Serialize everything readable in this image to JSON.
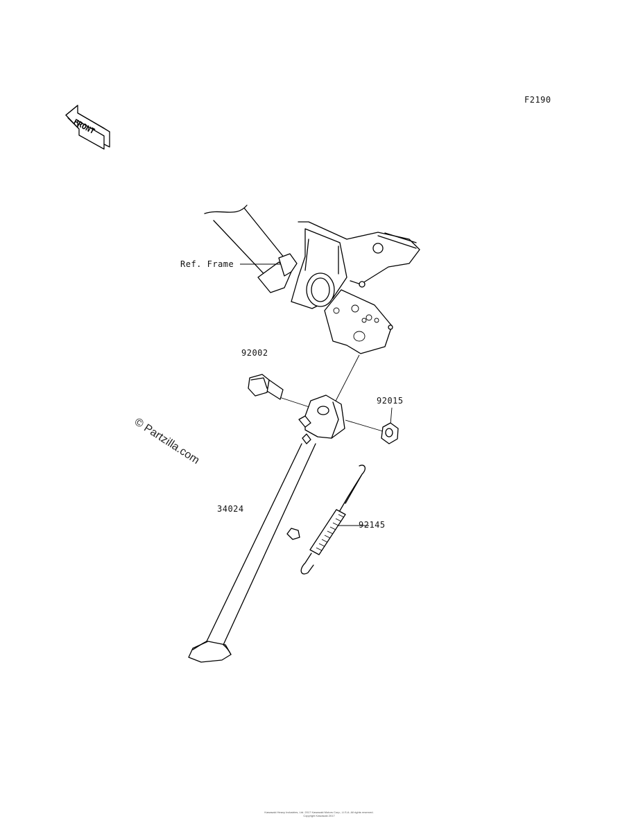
{
  "figure_code": "F2190",
  "front_arrow_label": "FRONT",
  "watermark": "© Partzilla.com",
  "callouts": {
    "ref_frame": "Ref. Frame",
    "bolt": "92002",
    "nut": "92015",
    "stand": "34024",
    "spring": "92145"
  },
  "footer": {
    "line1": "Kawasaki Heavy Industries, Ltd. 2017 Kawasaki Motors Corp., U.S.A. All rights reserved.",
    "line2": "Copyright Kawasaki 2017"
  }
}
